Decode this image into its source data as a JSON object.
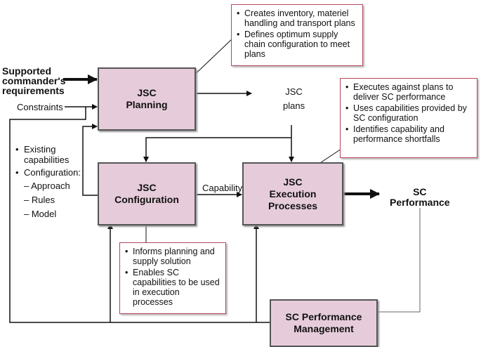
{
  "boxes": {
    "planning": [
      "JSC",
      "Planning"
    ],
    "configuration": [
      "JSC",
      "Configuration"
    ],
    "execution": [
      "JSC",
      "Execution Processes"
    ],
    "performance_mgmt": [
      "SC Performance",
      "Management"
    ]
  },
  "labels": {
    "supported_req": [
      "Supported",
      "commander's",
      "requirements"
    ],
    "constraints": "Constraints",
    "jsc_plans": [
      "JSC",
      "plans"
    ],
    "capability": "Capability",
    "sc_performance": [
      "SC",
      "Performance"
    ]
  },
  "left_list": {
    "existing": [
      "Existing",
      "capabilities"
    ],
    "configuration": "Configuration:",
    "sub": [
      "Approach",
      "Rules",
      "Model"
    ]
  },
  "callouts": {
    "planning": [
      "Creates inventory, materiel handling and transport plans",
      "Defines optimum supply chain configuration to meet plans"
    ],
    "execution": [
      "Executes against plans to deliver SC performance",
      "Uses capabilities provided by SC configuration",
      "Identifies capability and performance shortfalls"
    ],
    "configuration": [
      "Informs planning and supply solution",
      "Enables SC capabilities to be used in execution processes"
    ]
  }
}
